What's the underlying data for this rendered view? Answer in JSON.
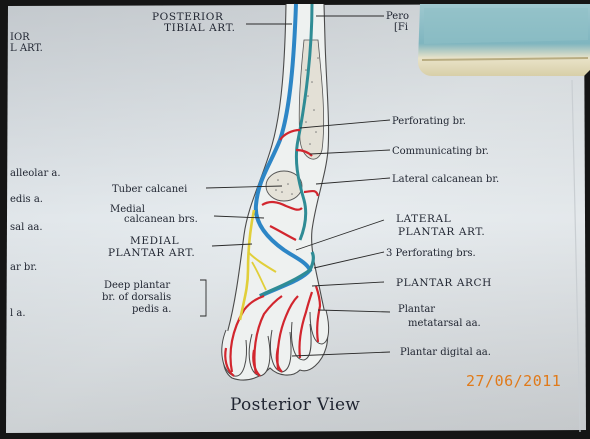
{
  "labels": {
    "posterior_tibial_1": "POSTERIOR",
    "posterior_tibial_2": "TIBIAL ART.",
    "left_cut_1": "IOR",
    "left_cut_2": "L ART.",
    "pero_1": "Pero",
    "pero_2": "[Fi",
    "perforating_br": "Perforating br.",
    "communicating_br": "Communicating br.",
    "lateral_calcanean_br": "Lateral calcanean br.",
    "lateral_plantar_1": "LATERAL",
    "lateral_plantar_2": "PLANTAR ART.",
    "perforating_brs": "3 Perforating brs.",
    "plantar_arch": "PLANTAR ARCH",
    "plantar_metatarsal_1": "Plantar",
    "plantar_metatarsal_2": "metatarsal aa.",
    "plantar_digital": "Plantar digital aa.",
    "tuber_calcanei": "Tuber calcanei",
    "medial_calcanean_1": "Medial",
    "medial_calcanean_2": "calcanean brs.",
    "medial_plantar_1": "MEDIAL",
    "medial_plantar_2": "PLANTAR ART.",
    "deep_plantar_1": "Deep plantar",
    "deep_plantar_2": "br. of dorsalis",
    "deep_plantar_3": "pedis a.",
    "left_malleolar": "alleolar a.",
    "left_dorsalis": "edis a.",
    "left_tarsal": "sal aa.",
    "left_arbr": "ar br.",
    "left_a": "l a.",
    "caption": "Posterior View"
  },
  "date_stamp": "27/06/2011",
  "colors": {
    "paper": "#e7ecef",
    "artery_red": "#d2262e",
    "artery_teal": "#2f8c95",
    "artery_blue": "#2d86c6",
    "nerve_yellow": "#e1cf3a",
    "stamp_orange": "#e07a1a"
  }
}
